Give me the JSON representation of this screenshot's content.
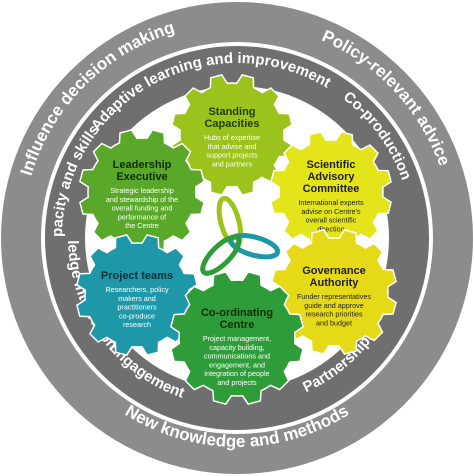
{
  "colors": {
    "outer_ring": "#8c8c8c",
    "inner_ring": "#6f6f6f",
    "white_band": "#ffffff",
    "gear_green_light": "#9bc31c",
    "gear_green": "#5aa82a",
    "gear_yellow_light": "#e3e51a",
    "gear_yellow": "#e6da18",
    "gear_teal": "#1e98a8",
    "gear_green_dark": "#2f9c3a",
    "logo_colors": [
      "#9bc31c",
      "#1e98a8",
      "#2f9c3a"
    ]
  },
  "outer_ring": {
    "labels": [
      "Influence decision making",
      "Policy-relevant advice",
      "New knowledge and methods"
    ]
  },
  "inner_ring": {
    "labels": [
      "Adaptive learning and improvement",
      "Co-production",
      "Knowledge integration",
      "Engagement",
      "Partnerships",
      "Capacity and skills"
    ]
  },
  "gears": [
    {
      "key": "standing",
      "title": [
        "Standing",
        "Capacities"
      ],
      "desc": [
        "Hubs of expertise",
        "that advise and",
        "support projects",
        "and partners"
      ],
      "color": "#9bc31c"
    },
    {
      "key": "scientific",
      "title": [
        "Scientific",
        "Advisory",
        "Committee"
      ],
      "desc": [
        "International experts",
        "advise on Centre's",
        "overall scientific",
        "direction"
      ],
      "color": "#e3e51a"
    },
    {
      "key": "leadership",
      "title": [
        "Leadership",
        "Executive"
      ],
      "desc": [
        "Strategic leadership",
        "and stewardship of the",
        "overall funding and",
        "performance of",
        "the Centre"
      ],
      "color": "#5aa82a"
    },
    {
      "key": "governance",
      "title": [
        "Governance",
        "Authority"
      ],
      "desc": [
        "Funder representatives",
        "guide and approve",
        "research priorities",
        "and budget"
      ],
      "color": "#e6da18"
    },
    {
      "key": "project",
      "title": [
        "Project teams"
      ],
      "desc": [
        "Researchers, policy",
        "makers and",
        "practitioners",
        "co-produce",
        "research"
      ],
      "color": "#1e98a8"
    },
    {
      "key": "coordinating",
      "title": [
        "Co-ordinating",
        "Centre"
      ],
      "desc": [
        "Project management,",
        "capacity building,",
        "communications and",
        "engagement, and",
        "integration of people",
        "and projects"
      ],
      "color": "#2f9c3a"
    }
  ]
}
